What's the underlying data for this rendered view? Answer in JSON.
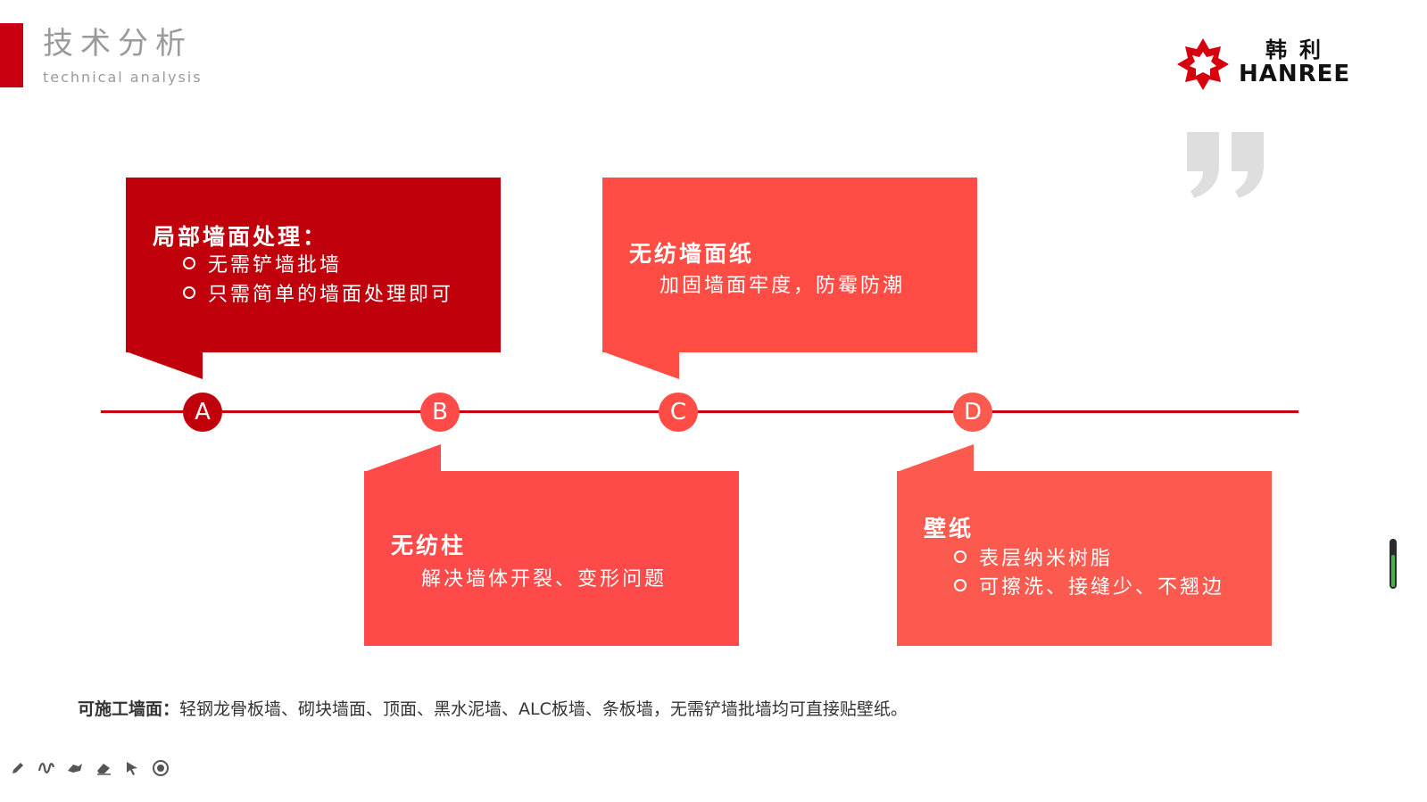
{
  "header": {
    "title_cn": "技术分析",
    "title_en": "technical analysis"
  },
  "logo": {
    "name_cn": "韩利",
    "name_en": "HANREE"
  },
  "boxes": {
    "a": {
      "title": "局部墙面处理：",
      "lines": [
        "无需铲墙批墙",
        "只需简单的墙面处理即可"
      ]
    },
    "b": {
      "title": "无纺柱",
      "lines": [
        "解决墙体开裂、变形问题"
      ]
    },
    "c": {
      "title": "无纺墙面纸",
      "lines": [
        "加固墙面牢度，防霉防潮"
      ]
    },
    "d": {
      "title": "壁纸",
      "lines": [
        "表层纳米树脂",
        "可擦洗、接缝少、不翘边"
      ]
    }
  },
  "timeline": {
    "nodes": [
      "A",
      "B",
      "C",
      "D"
    ]
  },
  "footnote": {
    "label": "可施工墙面：",
    "text": "轻钢龙骨板墙、砌块墙面、顶面、黑水泥墙、ALC板墙、条板墙，无需铲墙批墙均可直接贴壁纸。"
  },
  "toolbar": {
    "icons": [
      "pen-icon",
      "ink-icon",
      "highlighter-icon",
      "eraser-icon",
      "pointer-icon",
      "record-icon"
    ]
  },
  "colors": {
    "brand_red": "#c8000f",
    "box_a": "#c0000b",
    "box_b": "#ff4a4a",
    "box_c": "#ff4d45",
    "box_d": "#fd5a4f",
    "title_gray": "#9a9a9a"
  }
}
